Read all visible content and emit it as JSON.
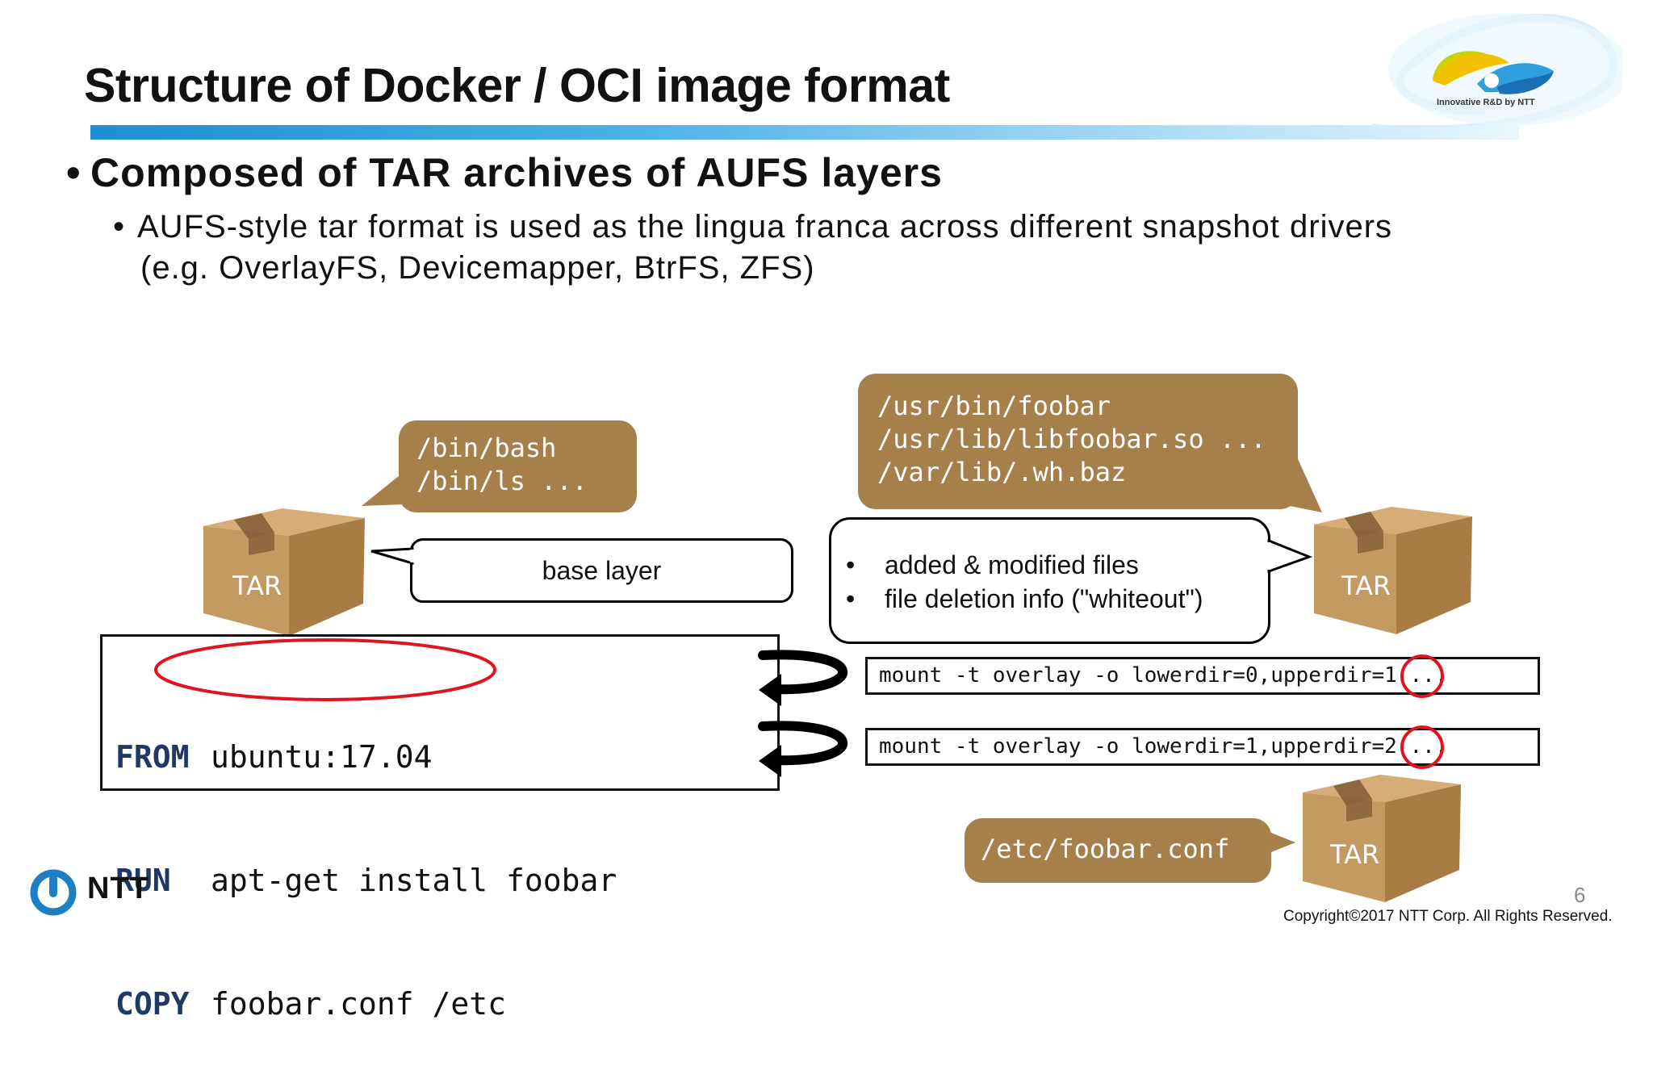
{
  "slide": {
    "title": "Structure of Docker / OCI image format",
    "bullet_main": "Composed of TAR archives of AUFS layers",
    "sub_bullet_line1": "AUFS-style tar format is used as the lingua franca across different snapshot drivers",
    "sub_bullet_line2": "(e.g. OverlayFS, Devicemapper, BtrFS, ZFS)",
    "bullet_char": "•",
    "logo_tagline": "Innovative R&D by NTT",
    "ntt_logo_text": "NTT",
    "page_number": "6",
    "copyright": "Copyright©2017  NTT Corp. All Rights Reserved."
  },
  "diagram": {
    "callout_bin": "/bin/bash\n/bin/ls ...",
    "callout_usr": "/usr/bin/foobar\n/usr/lib/libfoobar.so ...\n/var/lib/.wh.baz",
    "callout_etc": "/etc/foobar.conf",
    "base_layer_label": "base layer",
    "added_items": [
      "added & modified files",
      "file deletion info (\"whiteout\")"
    ],
    "tar_label": "TAR",
    "dockerfile": [
      {
        "keyword": "FROM",
        "arg": "ubuntu:17.04"
      },
      {
        "keyword": "RUN",
        "arg": "apt-get install foobar"
      },
      {
        "keyword": "COPY",
        "arg": "foobar.conf /etc"
      }
    ],
    "mount_cmd_1": "mount -t overlay -o lowerdir=0,upperdir=1 ...",
    "mount_cmd_2": "mount -t overlay -o lowerdir=1,upperdir=2 ..."
  },
  "colors": {
    "callout_brown": "#a6804b",
    "box_brown": "#c49a63",
    "highlight_red": "#e0141e",
    "keyword_navy": "#1f3864",
    "accent_blue": "#1e8fd0"
  }
}
